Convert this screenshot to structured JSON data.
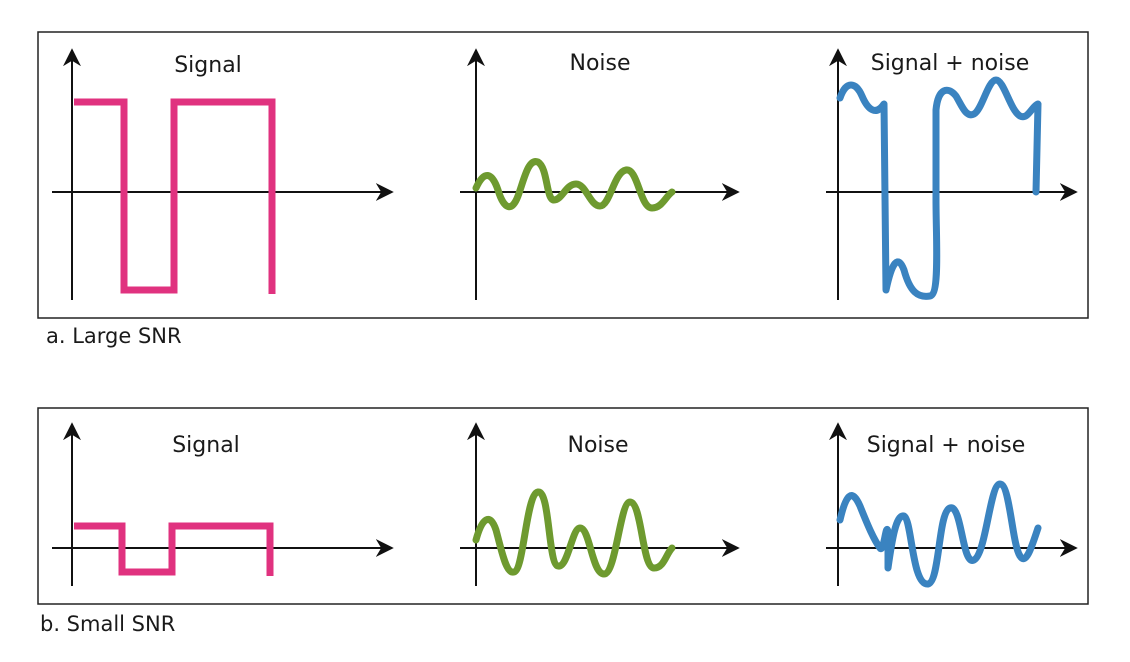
{
  "colors": {
    "signal": "#e0327f",
    "noise": "#6e9a2f",
    "combined": "#3a83c0",
    "axis": "#111111",
    "frame": "#222222"
  },
  "panels": [
    {
      "caption": "a. Large SNR",
      "titles": {
        "signal": "Signal",
        "noise": "Noise",
        "combined": "Signal + noise"
      }
    },
    {
      "caption": "b. Small  SNR",
      "titles": {
        "signal": "Signal",
        "noise": "Noise",
        "combined": "Signal + noise"
      }
    }
  ]
}
